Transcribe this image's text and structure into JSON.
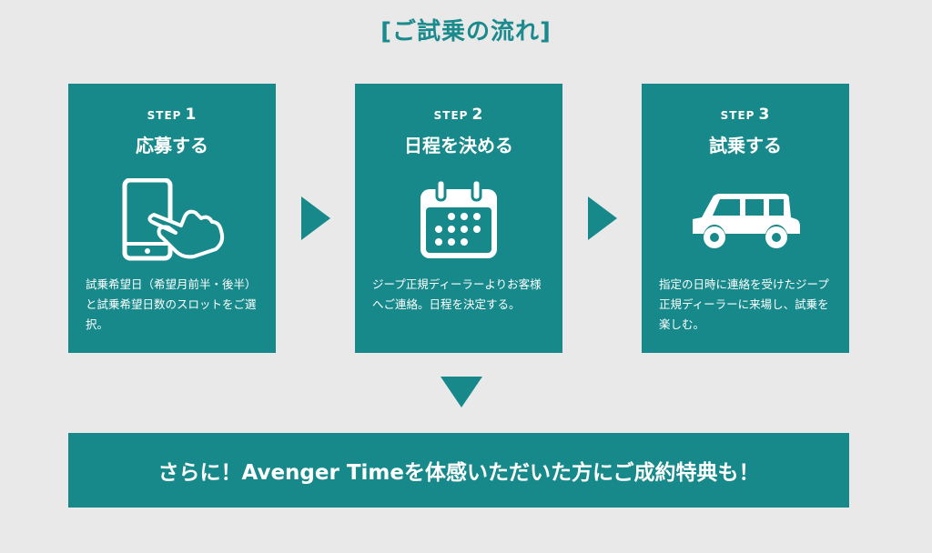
{
  "title": "[ご試乗の流れ]",
  "steps": [
    {
      "step_word": "STEP",
      "step_num": "1",
      "title": "応募する",
      "icon": "smartphone-tap-icon",
      "description": "試乗希望日（希望月前半・後半）と試乗希望日数のスロットをご選択。"
    },
    {
      "step_word": "STEP",
      "step_num": "2",
      "title": "日程を決める",
      "icon": "calendar-icon",
      "description": "ジープ正規ディーラーよりお客様へご連絡。日程を決定する。"
    },
    {
      "step_word": "STEP",
      "step_num": "3",
      "title": "試乗する",
      "icon": "jeep-car-icon",
      "description": "指定の日時に連絡を受けたジープ正規ディーラーに来場し、試乗を楽しむ。"
    }
  ],
  "banner": "さらに！Avenger Timeを体感いただいた方にご成約特典も！",
  "colors": {
    "accent": "#17898b",
    "background": "#e9e9e9",
    "title": "#1a8a8c"
  }
}
